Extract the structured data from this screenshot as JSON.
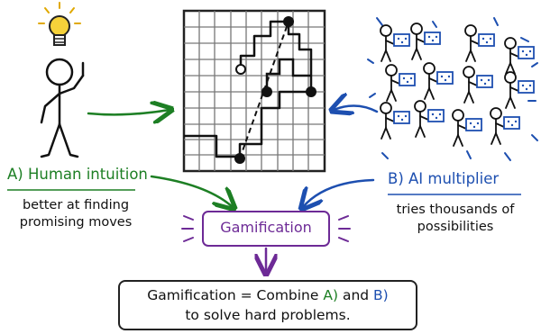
{
  "human": {
    "title": "A) Human intuition",
    "line1": "better at finding",
    "line2": "promising moves",
    "icon": "lightbulb-icon"
  },
  "ai": {
    "title": "B) AI multiplier",
    "line1": "tries thousands of",
    "line2": "possibilities",
    "figure_count": 12
  },
  "gamification": {
    "label": "Gamification"
  },
  "formula": {
    "lead": "Gamification = Combine ",
    "a": "A)",
    "and": " and ",
    "b": "B)",
    "line2": "to solve hard problems."
  },
  "colors": {
    "human": "#1d7f24",
    "ai": "#1d4fb0",
    "gamification": "#6d2a96",
    "ink": "#111111",
    "bulb": "#f6d23a"
  }
}
